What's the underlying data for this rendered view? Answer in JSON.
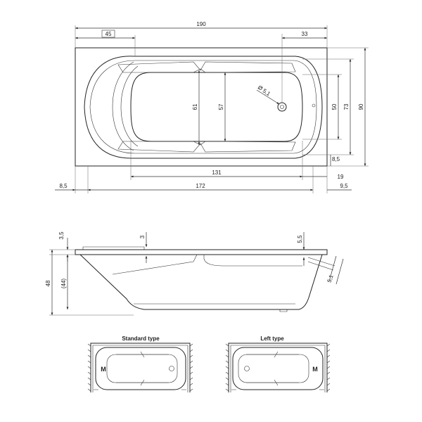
{
  "plan_view": {
    "dimensions": {
      "total_length": "190",
      "headrest": "45",
      "drain_offset": "33",
      "width_total": "90",
      "width_mid": "73",
      "width_drain": "50",
      "width_edge": "8,5",
      "inner_61": "61",
      "inner_57": "57",
      "drain_diameter": "Ø 5,1",
      "bottom_length": "131",
      "inner_length": "172",
      "right_19": "19",
      "left_margin": "8,5",
      "right_margin": "9,5"
    }
  },
  "side_view": {
    "dimensions": {
      "rim": "3,5",
      "rim_top": "3",
      "rim_right": "5,5",
      "drain_height": "5,1",
      "height_total": "48",
      "height_inner": "(44)"
    }
  },
  "variants": {
    "standard": {
      "label": "Standard type",
      "mark": "M"
    },
    "left": {
      "label": "Left type",
      "mark": "M"
    }
  },
  "colors": {
    "line": "#222222",
    "background": "#ffffff"
  }
}
